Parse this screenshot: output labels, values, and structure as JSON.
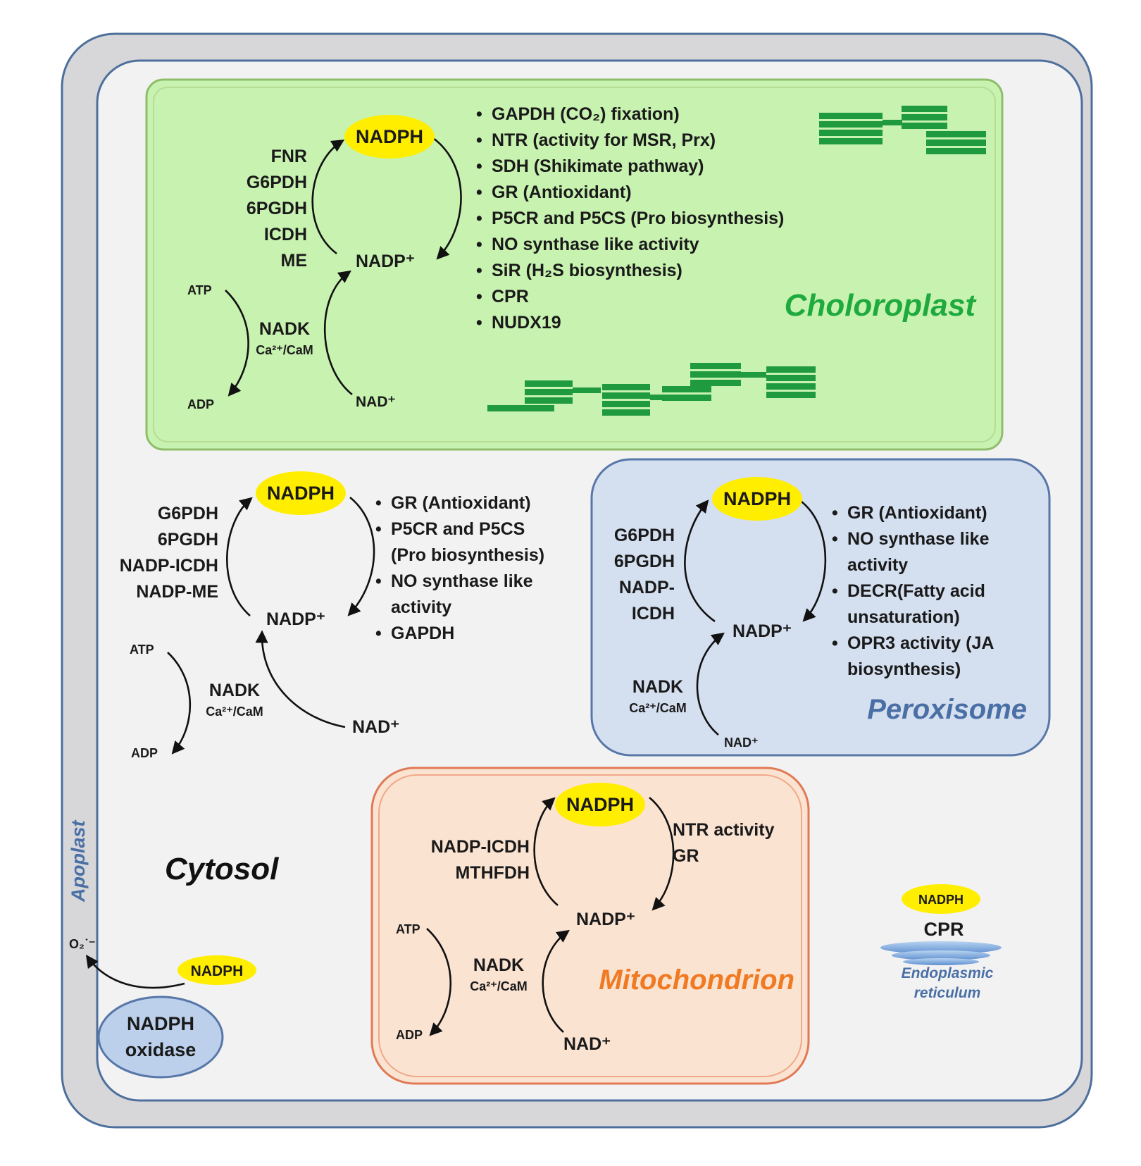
{
  "colors": {
    "apoplast_fill": "#d7d7da",
    "cell_border": "#4d6f9c",
    "cytosol_fill": "#f2f2f3",
    "chloroplast_fill": "#c8f2b0",
    "chloroplast_border": "#8fbe6b",
    "peroxisome_fill": "#d4dff0",
    "peroxisome_border": "#5777a8",
    "mito_fill": "#fbe3d2",
    "mito_border": "#e07a55",
    "nadph_fill": "#ffee00",
    "thylakoid": "#1f9a3e",
    "label_green": "#1faa3e",
    "label_blue": "#4a6fa5",
    "label_orange": "#f07a22"
  },
  "icons": [
    "thylakoid-stack-icon",
    "er-membrane-icon",
    "reaction-arrow-icon"
  ],
  "chloroplast": {
    "title": "Choloroplast",
    "nadph": "NADPH",
    "nadp": "NADP⁺",
    "nad": "NAD⁺",
    "atp": "ATP",
    "adp": "ADP",
    "kinase": "NADK",
    "kinase_sub": "Ca²⁺/CaM",
    "enzymes": [
      "FNR",
      "G6PDH",
      "6PGDH",
      "ICDH",
      "ME"
    ],
    "functions": [
      "GAPDH (CO₂) fixation)",
      "NTR (activity for MSR, Prx)",
      "SDH (Shikimate pathway)",
      "GR (Antioxidant)",
      "P5CR and P5CS (Pro biosynthesis)",
      "NO synthase like activity",
      "SiR (H₂S biosynthesis)",
      "CPR",
      "NUDX19"
    ]
  },
  "cytosol": {
    "title": "Cytosol",
    "nadph": "NADPH",
    "nadp": "NADP⁺",
    "nad": "NAD⁺",
    "atp": "ATP",
    "adp": "ADP",
    "kinase": "NADK",
    "kinase_sub": "Ca²⁺/CaM",
    "enzymes": [
      "G6PDH",
      "6PGDH",
      "NADP-ICDH",
      "NADP-ME"
    ],
    "functions": [
      [
        "GR (Antioxidant)"
      ],
      [
        "P5CR and P5CS",
        "(Pro biosynthesis)"
      ],
      [
        "NO synthase like",
        "activity"
      ],
      [
        "GAPDH"
      ]
    ]
  },
  "peroxisome": {
    "title": "Peroxisome",
    "nadph": "NADPH",
    "nadp": "NADP⁺",
    "nad": "NAD⁺",
    "kinase": "NADK",
    "kinase_sub": "Ca²⁺/CaM",
    "enzymes": [
      "G6PDH",
      "6PGDH",
      "NADP-",
      "ICDH"
    ],
    "functions": [
      [
        "GR (Antioxidant)"
      ],
      [
        "NO synthase like",
        "activity"
      ],
      [
        "DECR(Fatty acid",
        "unsaturation)"
      ],
      [
        "OPR3 activity (JA",
        "biosynthesis)"
      ]
    ]
  },
  "mitochondrion": {
    "title": "Mitochondrion",
    "nadph": "NADPH",
    "nadp": "NADP⁺",
    "nad": "NAD⁺",
    "atp": "ATP",
    "adp": "ADP",
    "kinase": "NADK",
    "kinase_sub": "Ca²⁺/CaM",
    "enzymes": [
      "NADP-ICDH",
      "MTHFDH"
    ],
    "functions": [
      "NTR activity",
      "GR"
    ]
  },
  "er": {
    "nadph": "NADPH",
    "enzyme": "CPR",
    "title_line1": "Endoplasmic",
    "title_line2": "reticulum"
  },
  "membrane": {
    "apoplast": "Apoplast",
    "superoxide": "O₂˙⁻",
    "nadph": "NADPH",
    "oxidase_line1": "NADPH",
    "oxidase_line2": "oxidase"
  }
}
